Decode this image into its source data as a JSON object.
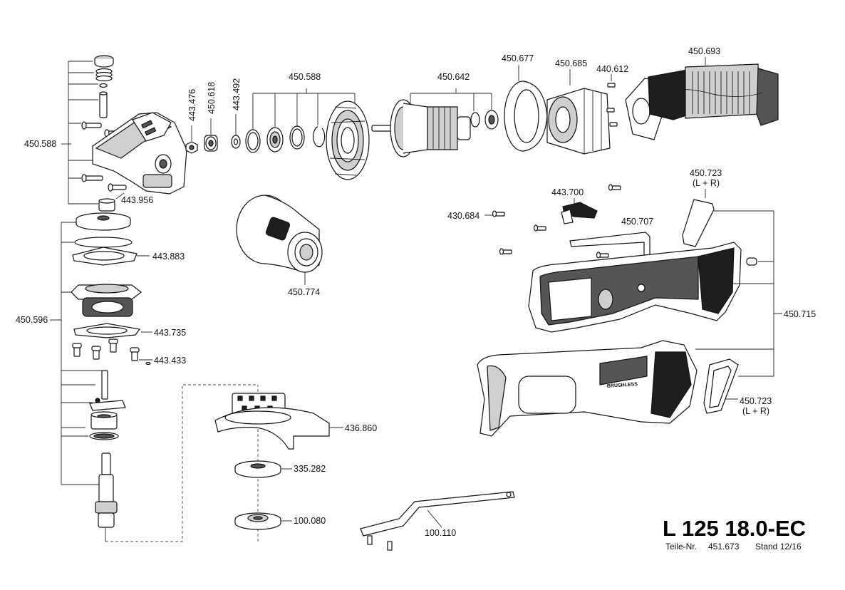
{
  "title": "L 125 18.0-EC",
  "teile_label": "Teile-Nr.",
  "teile_number": "451.673",
  "stand": "Stand 12/16",
  "brand_text": "BRUSHLESS",
  "part_labels": {
    "p450588_left": "450.588",
    "p443476": "443.476",
    "p450618": "450.618",
    "p443492": "443.492",
    "p450588_top": "450.588",
    "p450642": "450.642",
    "p450677": "450.677",
    "p450685": "450.685",
    "p440612": "440.612",
    "p450693": "450.693",
    "p443956": "443.956",
    "p450723_top": "450.723",
    "p450723_top_lr": "(L + R)",
    "p443700": "443.700",
    "p430684": "430.684",
    "p450707": "450.707",
    "p443883": "443.883",
    "p450774": "450.774",
    "p450596": "450.596",
    "p450715": "450.715",
    "p443735": "443.735",
    "p443433": "443.433",
    "p436860": "436.860",
    "p450723_bot": "450.723",
    "p450723_bot_lr": "(L + R)",
    "p335282": "335.282",
    "p100080": "100.080",
    "p100110": "100.110"
  }
}
